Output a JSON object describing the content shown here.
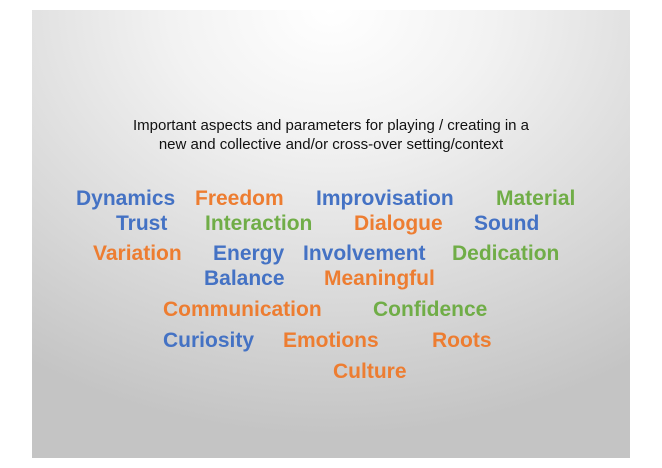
{
  "title_lines": [
    "Important aspects and parameters for playing / creating in a",
    "new and collective and/or cross-over setting/context"
  ],
  "colors": {
    "blue": "#4472c4",
    "orange": "#ed7d31",
    "green": "#70ad47"
  },
  "words": [
    {
      "text": "Dynamics",
      "color": "blue"
    },
    {
      "text": "Freedom",
      "color": "orange"
    },
    {
      "text": "Improvisation",
      "color": "blue"
    },
    {
      "text": "Material",
      "color": "green"
    },
    {
      "text": "Trust",
      "color": "blue"
    },
    {
      "text": "Interaction",
      "color": "green"
    },
    {
      "text": "Dialogue",
      "color": "orange"
    },
    {
      "text": "Sound",
      "color": "blue"
    },
    {
      "text": "Variation",
      "color": "orange"
    },
    {
      "text": "Energy",
      "color": "blue"
    },
    {
      "text": "Involvement",
      "color": "blue"
    },
    {
      "text": "Dedication",
      "color": "green"
    },
    {
      "text": "Balance",
      "color": "blue"
    },
    {
      "text": "Meaningful",
      "color": "orange"
    },
    {
      "text": "Communication",
      "color": "orange"
    },
    {
      "text": "Confidence",
      "color": "green"
    },
    {
      "text": "Curiosity",
      "color": "blue"
    },
    {
      "text": "Emotions",
      "color": "orange"
    },
    {
      "text": "Roots",
      "color": "orange"
    },
    {
      "text": "Culture",
      "color": "orange"
    }
  ]
}
